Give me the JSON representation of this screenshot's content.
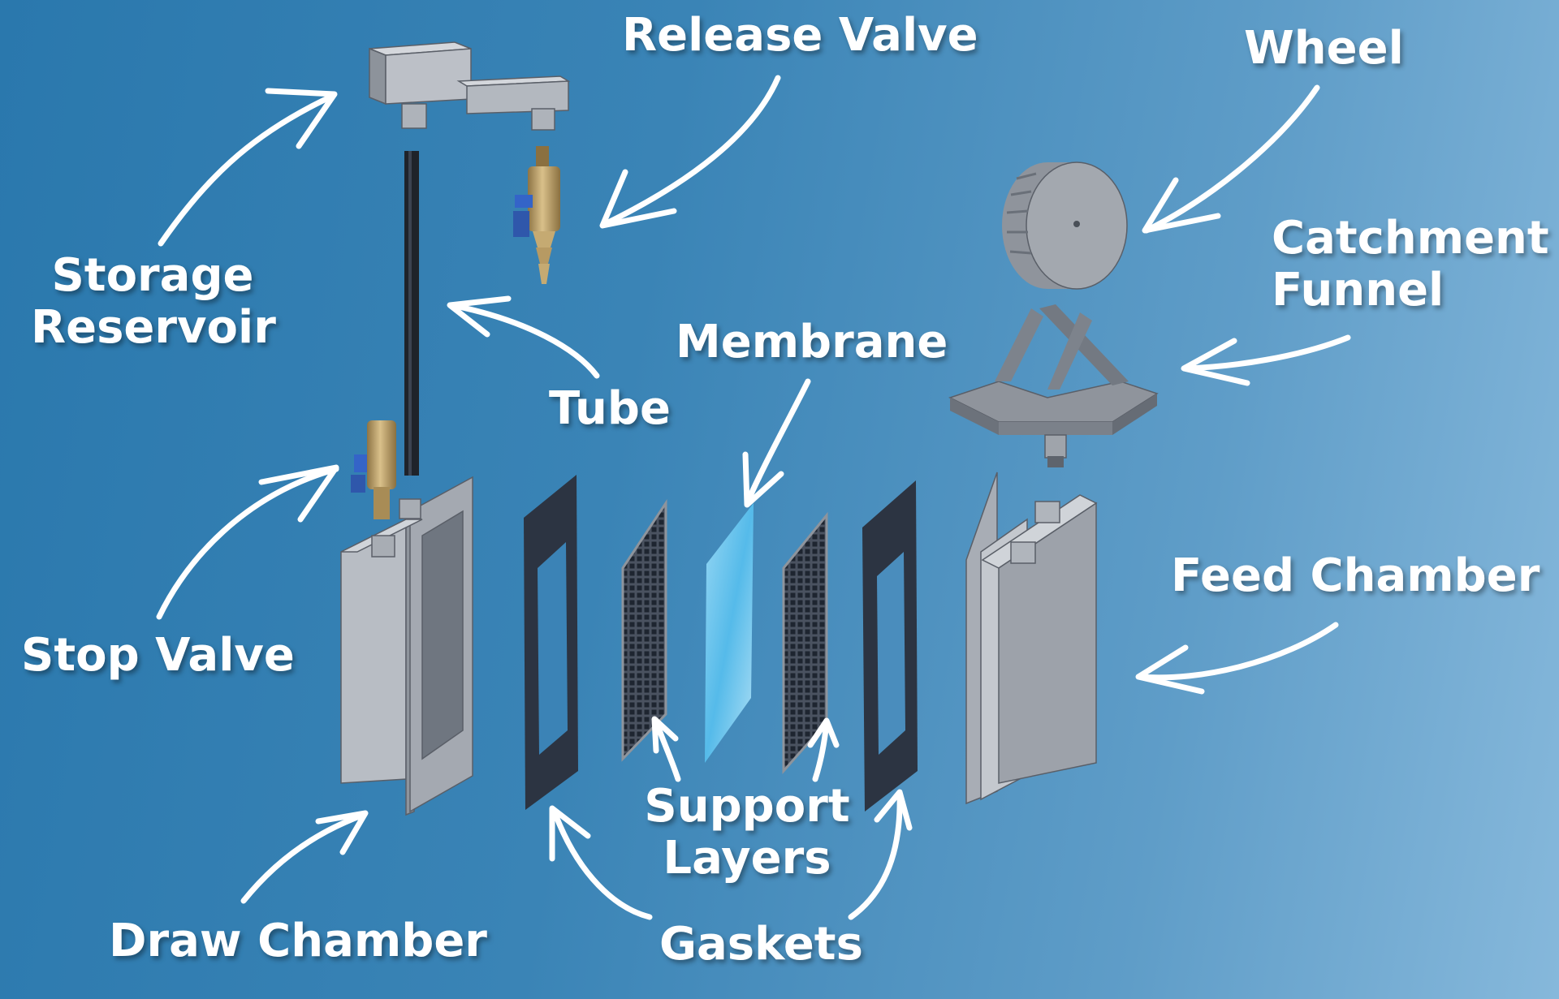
{
  "labels": {
    "release_valve": "Release Valve",
    "wheel": "Wheel",
    "storage_reservoir": [
      "Storage",
      "Reservoir"
    ],
    "catchment_funnel": [
      "Catchment",
      "Funnel"
    ],
    "membrane": "Membrane",
    "tube": "Tube",
    "feed_chamber": "Feed Chamber",
    "stop_valve": "Stop Valve",
    "support_layers": [
      "Support",
      "Layers"
    ],
    "draw_chamber": "Draw Chamber",
    "gaskets": "Gaskets"
  },
  "colors": {
    "metal_light": "#c9ccd2",
    "metal_mid": "#a7acb4",
    "metal_dark": "#7d838c",
    "gasket": "#2c3442",
    "brass": "#b79a63",
    "membrane": "#6cc6ef",
    "handle": "#3464c8",
    "arrow": "#ffffff"
  }
}
